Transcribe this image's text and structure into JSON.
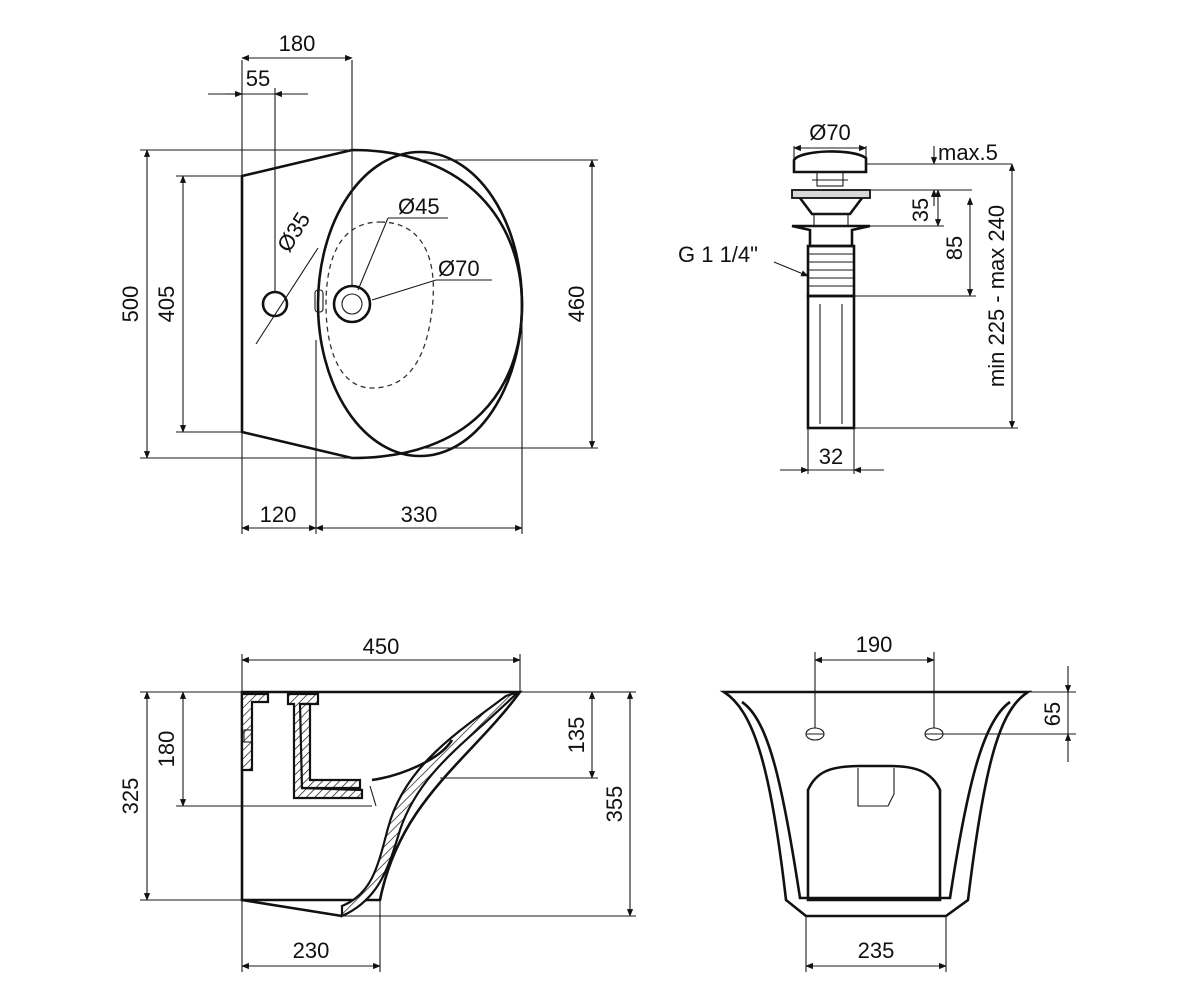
{
  "top_view": {
    "dim_180": "180",
    "dim_55": "55",
    "dim_d35": "Ø35",
    "dim_d45": "Ø45",
    "dim_d70": "Ø70",
    "dim_500": "500",
    "dim_405": "405",
    "dim_460": "460",
    "dim_120": "120",
    "dim_330": "330"
  },
  "drain_view": {
    "dim_d70": "Ø70",
    "dim_max5": "max.5",
    "dim_35": "35",
    "dim_85": "85",
    "dim_range": "min 225 - max 240",
    "thread": "G 1 1/4\"",
    "dim_32": "32"
  },
  "side_view": {
    "dim_450": "450",
    "dim_180": "180",
    "dim_325": "325",
    "dim_135": "135",
    "dim_355": "355",
    "dim_230": "230"
  },
  "back_view": {
    "dim_190": "190",
    "dim_65": "65",
    "dim_235": "235"
  }
}
